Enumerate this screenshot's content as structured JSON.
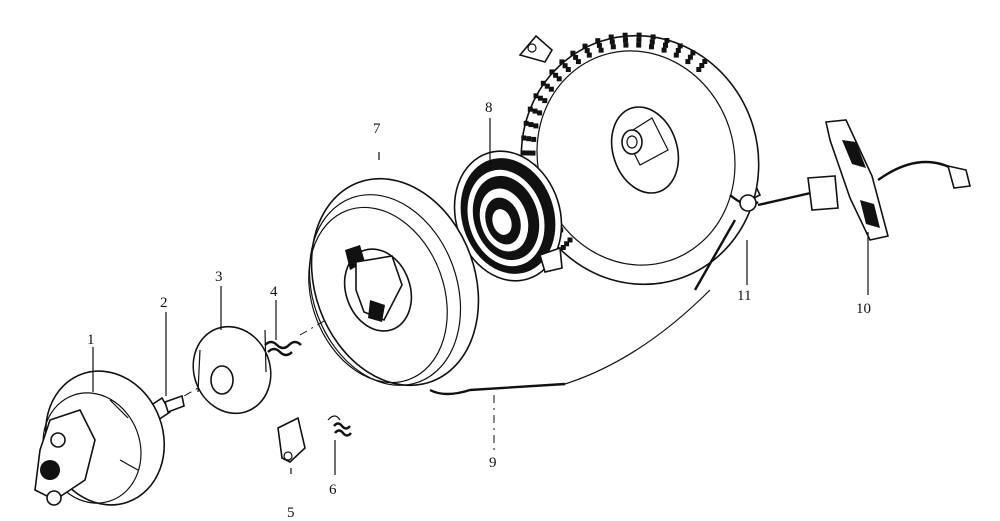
{
  "diagram": {
    "callouts": [
      {
        "id": "1",
        "label": "1"
      },
      {
        "id": "2",
        "label": "2"
      },
      {
        "id": "3",
        "label": "3"
      },
      {
        "id": "4",
        "label": "4"
      },
      {
        "id": "5",
        "label": "5"
      },
      {
        "id": "6",
        "label": "6"
      },
      {
        "id": "7",
        "label": "7"
      },
      {
        "id": "8",
        "label": "8"
      },
      {
        "id": "9",
        "label": "9"
      },
      {
        "id": "10",
        "label": "10"
      },
      {
        "id": "11",
        "label": "11"
      }
    ],
    "colors": {
      "ink": "#111111",
      "paper": "#ffffff"
    }
  }
}
